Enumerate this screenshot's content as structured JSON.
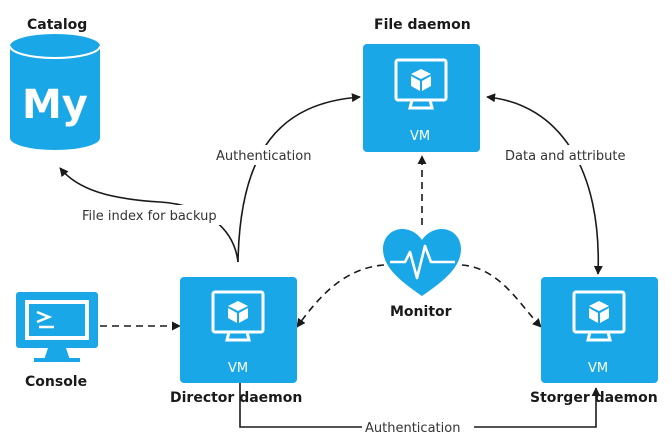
{
  "colors": {
    "accent": "#1aa7e8",
    "line": "#1a1a1a",
    "background": "#ffffff"
  },
  "nodes": {
    "catalog": {
      "title": "Catalog",
      "logo_text": "My",
      "icon": "database-icon"
    },
    "file_daemon": {
      "title": "File daemon",
      "vm_label": "VM",
      "icon": "vm-monitor-icon"
    },
    "director_daemon": {
      "title": "Director daemon",
      "vm_label": "VM",
      "icon": "vm-monitor-icon"
    },
    "storage_daemon": {
      "title": "Storger daemon",
      "vm_label": "VM",
      "icon": "vm-monitor-icon"
    },
    "console": {
      "title": "Console",
      "icon": "terminal-monitor-icon"
    },
    "monitor": {
      "title": "Monitor",
      "icon": "heartbeat-icon"
    }
  },
  "edges": {
    "director_to_catalog": {
      "label": "File index for backup",
      "style": "solid"
    },
    "director_to_file": {
      "label": "Authentication",
      "style": "solid"
    },
    "file_to_storage": {
      "label": "Data and attribute",
      "style": "solid"
    },
    "director_to_storage": {
      "label": "Authentication",
      "style": "solid"
    },
    "console_to_director": {
      "label": "",
      "style": "dashed"
    },
    "monitor_to_file": {
      "label": "",
      "style": "dashed"
    },
    "monitor_to_director": {
      "label": "",
      "style": "dashed"
    },
    "monitor_to_storage": {
      "label": "",
      "style": "dashed"
    }
  }
}
